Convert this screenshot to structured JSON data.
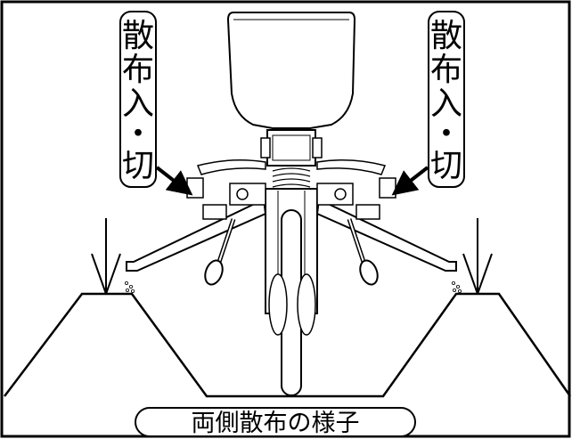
{
  "labels": {
    "left": [
      "散",
      "布",
      "入",
      "・",
      "切"
    ],
    "right": [
      "散",
      "布",
      "入",
      "・",
      "切"
    ]
  },
  "caption": "両側散布の様子",
  "colors": {
    "ink": "#000000",
    "paper": "#ffffff"
  }
}
